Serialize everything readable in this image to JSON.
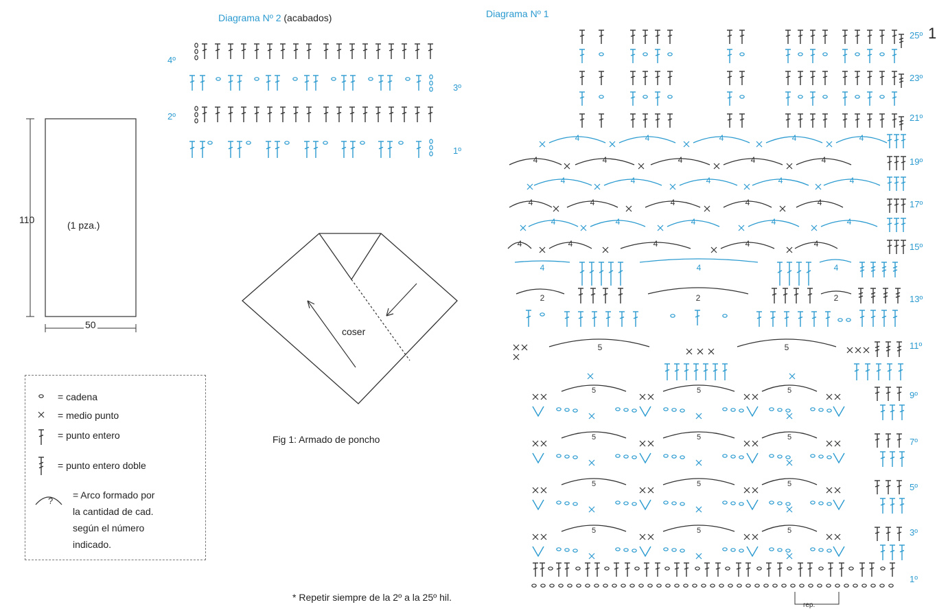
{
  "diagram2": {
    "title": "Diagrama Nº 2",
    "subtitle": "(acabados)",
    "rows": [
      "4º",
      "3º",
      "2º",
      "1º"
    ]
  },
  "diagram1": {
    "title": "Diagrama Nº 1",
    "row_labels": [
      "25º",
      "23º",
      "21º",
      "19º",
      "17º",
      "15º",
      "13º",
      "11º",
      "9º",
      "7º",
      "5º",
      "3º",
      "1º"
    ],
    "arc_counts": [
      "4",
      "2",
      "5"
    ],
    "rep_label": "rep.",
    "cut_label": "1"
  },
  "panel": {
    "height": "110",
    "width": "50",
    "label": "(1 pza.)"
  },
  "figure": {
    "sew_label": "coser",
    "caption": "Fig 1: Armado de poncho"
  },
  "legend": {
    "items": [
      {
        "symbol": "chain-icon",
        "text": "= cadena"
      },
      {
        "symbol": "single-crochet-icon",
        "text": "= medio punto"
      },
      {
        "symbol": "double-crochet-icon",
        "text": "= punto entero"
      },
      {
        "symbol": "treble-crochet-icon",
        "text": "= punto entero doble"
      },
      {
        "symbol": "arc-icon",
        "text": "= Arco formado por"
      }
    ],
    "arc_extra": [
      "la cantidad de cad.",
      "según el número",
      "indicado."
    ],
    "arc_symbol_label": "?"
  },
  "footnote": "* Repetir siempre de la 2º a la 25º hil.",
  "colors": {
    "blue": "#2a9ad0",
    "dark": "#333333"
  }
}
